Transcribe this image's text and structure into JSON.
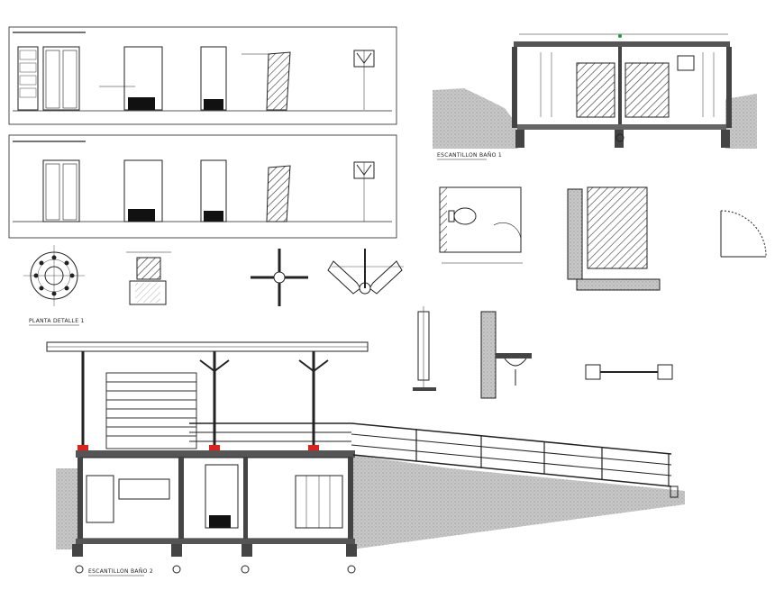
{
  "drawing": {
    "labels": {
      "escantillon_1": "ESCANTILLON BAÑO 1",
      "escantillon_2": "ESCANTILLON BAÑO 2",
      "planta_detalle": "PLANTA DETALLE 1"
    },
    "colors": {
      "ink": "#1a1a1a",
      "hatch": "#3a3a3a",
      "accent_red": "#e0201b",
      "accent_green": "#1f9a3a",
      "soil": "#bdbdbd"
    }
  }
}
